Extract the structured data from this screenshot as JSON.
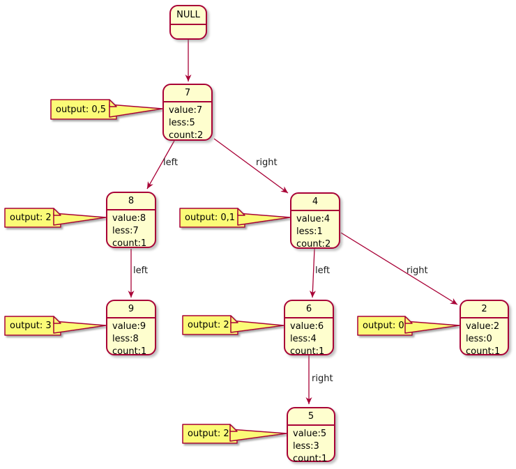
{
  "diagram": {
    "kind": "binary-tree-state-diagram",
    "colors": {
      "node_fill": "#FEFECE",
      "node_border": "#A80036",
      "note_fill": "#FBFB77",
      "note_border": "#A80036",
      "edge": "#A80036",
      "text": "#000000",
      "background": "#FFFFFF"
    },
    "nodes": [
      {
        "title": "NULL",
        "lines": []
      },
      {
        "title": "7",
        "lines": [
          "value:7",
          "less:5",
          "count:2"
        ]
      },
      {
        "title": "8",
        "lines": [
          "value:8",
          "less:7",
          "count:1"
        ]
      },
      {
        "title": "4",
        "lines": [
          "value:4",
          "less:1",
          "count:2"
        ]
      },
      {
        "title": "9",
        "lines": [
          "value:9",
          "less:8",
          "count:1"
        ]
      },
      {
        "title": "6",
        "lines": [
          "value:6",
          "less:4",
          "count:1"
        ]
      },
      {
        "title": "2",
        "lines": [
          "value:2",
          "less:0",
          "count:1"
        ]
      },
      {
        "title": "5",
        "lines": [
          "value:5",
          "less:3",
          "count:1"
        ]
      }
    ],
    "notes": [
      {
        "text": "output: 0,5"
      },
      {
        "text": "output: 2"
      },
      {
        "text": "output: 0,1"
      },
      {
        "text": "output: 3"
      },
      {
        "text": "output: 2"
      },
      {
        "text": "output: 0"
      },
      {
        "text": "output: 2"
      }
    ],
    "edges": [
      {
        "from": "NULL",
        "to": "7",
        "label": ""
      },
      {
        "from": "7",
        "to": "8",
        "label": "left"
      },
      {
        "from": "7",
        "to": "4",
        "label": "right"
      },
      {
        "from": "8",
        "to": "9",
        "label": "left"
      },
      {
        "from": "4",
        "to": "6",
        "label": "left"
      },
      {
        "from": "4",
        "to": "2",
        "label": "right"
      },
      {
        "from": "6",
        "to": "5",
        "label": "right"
      }
    ]
  }
}
